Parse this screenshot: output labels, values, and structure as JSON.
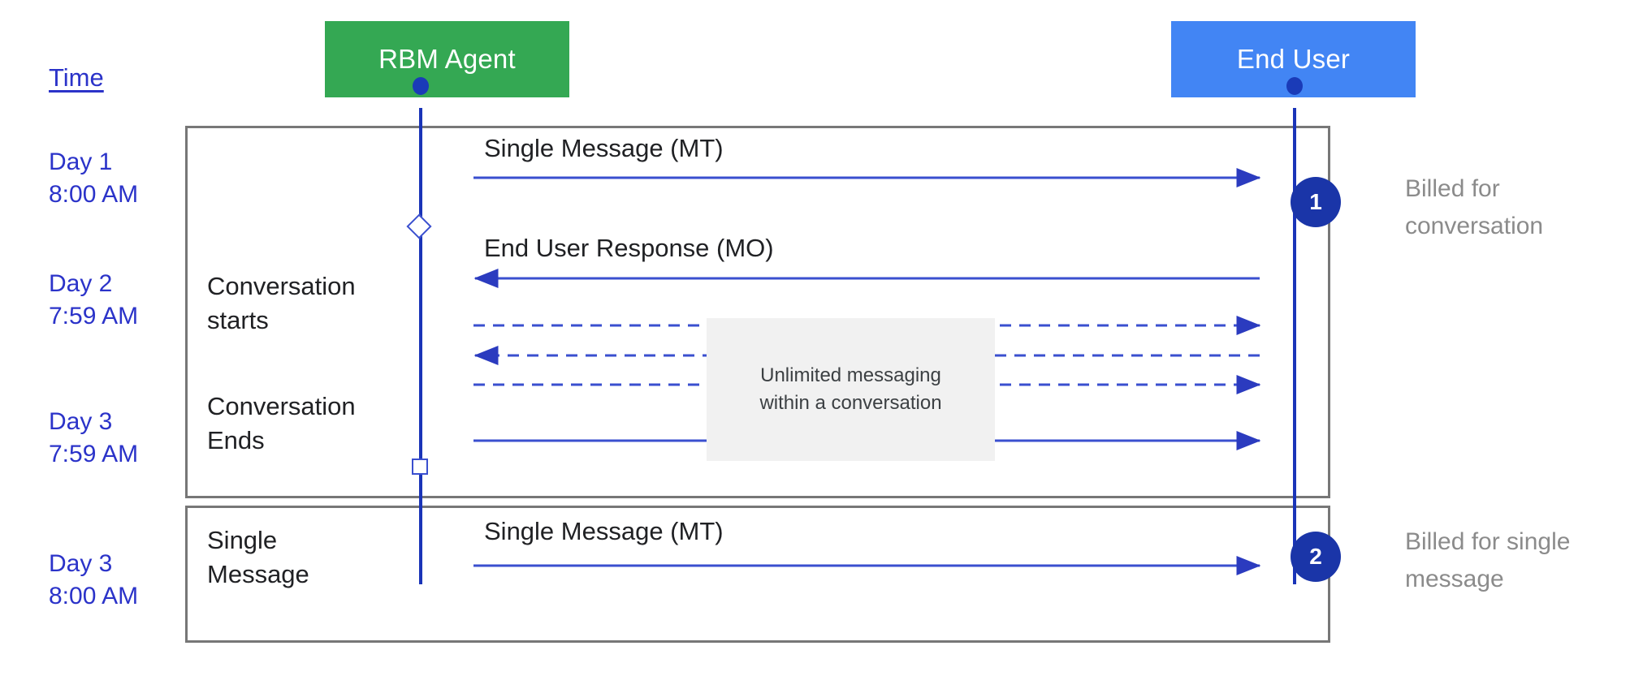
{
  "diagram": {
    "title_column_label": "Time",
    "actors": [
      {
        "id": "rbm-agent",
        "label": "RBM Agent",
        "color": "#34A853"
      },
      {
        "id": "end-user",
        "label": "End User",
        "color": "#4285F4"
      }
    ],
    "time_labels": [
      {
        "id": "day1",
        "text": "Day 1\n8:00 AM"
      },
      {
        "id": "day2",
        "text": "Day 2\n7:59 AM"
      },
      {
        "id": "day3-end",
        "text": "Day 3\n7:59 AM"
      },
      {
        "id": "day3-single",
        "text": "Day 3\n8:00 AM"
      }
    ],
    "stage_labels": [
      {
        "id": "conversation-starts",
        "text": "Conversation\nstarts"
      },
      {
        "id": "conversation-ends",
        "text": "Conversation\nEnds"
      },
      {
        "id": "single-message",
        "text": "Single\nMessage"
      }
    ],
    "messages": [
      {
        "id": "mt-1",
        "caption": "Single Message (MT)",
        "direction": "agent-to-user",
        "style": "solid"
      },
      {
        "id": "mo-1",
        "caption": "End User Response (MO)",
        "direction": "user-to-agent",
        "style": "solid"
      },
      {
        "id": "unlimited-1",
        "caption": "",
        "direction": "agent-to-user",
        "style": "dashed"
      },
      {
        "id": "unlimited-2",
        "caption": "",
        "direction": "user-to-agent",
        "style": "dashed"
      },
      {
        "id": "unlimited-3",
        "caption": "",
        "direction": "agent-to-user",
        "style": "dashed"
      },
      {
        "id": "final-mt",
        "caption": "",
        "direction": "agent-to-user",
        "style": "solid"
      },
      {
        "id": "mt-2",
        "caption": "Single Message (MT)",
        "direction": "agent-to-user",
        "style": "solid"
      }
    ],
    "note": {
      "text": "Unlimited messaging\nwithin a conversation"
    },
    "badges": [
      {
        "id": "badge-1",
        "number": "1"
      },
      {
        "id": "badge-2",
        "number": "2"
      }
    ],
    "annotations": [
      {
        "id": "annotation-1",
        "text": "Billed for\nconversation"
      },
      {
        "id": "annotation-2",
        "text": "Billed for single\nmessage"
      }
    ],
    "colors": {
      "agent_green": "#34A853",
      "user_blue": "#4285F4",
      "line_blue": "#3a4fcf",
      "time_text_blue": "#2b33c9",
      "badge_blue": "#1a35a8",
      "frame_gray": "#777777",
      "note_bg": "#f1f1f1",
      "annotation_gray": "#8b8b8b"
    }
  }
}
